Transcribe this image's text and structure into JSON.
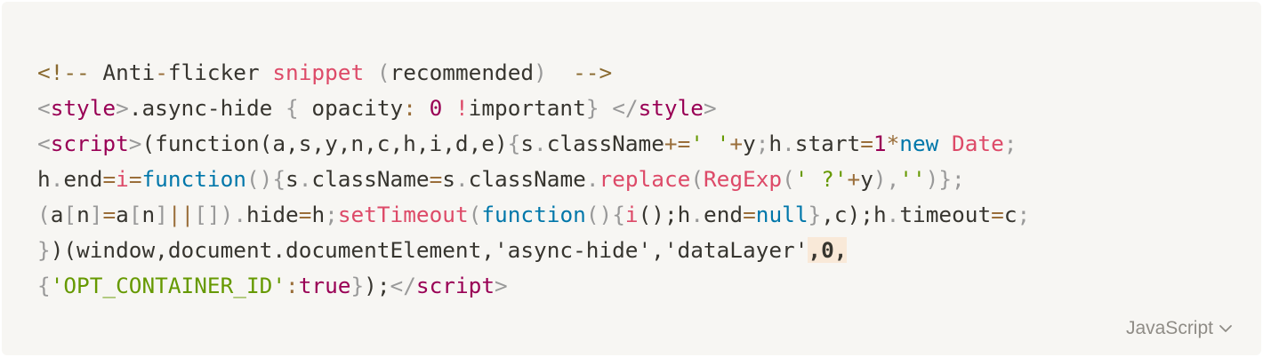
{
  "code_block": {
    "language": "JavaScript",
    "lines": [
      [
        {
          "t": "<!--",
          "c": "comment"
        },
        {
          "t": " Anti",
          "c": "plain"
        },
        {
          "t": "-",
          "c": "op"
        },
        {
          "t": "flicker ",
          "c": "plain"
        },
        {
          "t": "snippet",
          "c": "func"
        },
        {
          "t": " ",
          "c": "plain"
        },
        {
          "t": "(",
          "c": "punct"
        },
        {
          "t": "recommended",
          "c": "plain"
        },
        {
          "t": ")",
          "c": "punct"
        },
        {
          "t": "  ",
          "c": "plain"
        },
        {
          "t": "-->",
          "c": "comment"
        }
      ],
      [
        {
          "t": "<",
          "c": "punct"
        },
        {
          "t": "style",
          "c": "tag"
        },
        {
          "t": ">",
          "c": "punct"
        },
        {
          "t": ".async-hide ",
          "c": "plain"
        },
        {
          "t": "{",
          "c": "punct"
        },
        {
          "t": " opacity",
          "c": "plain"
        },
        {
          "t": ":",
          "c": "op"
        },
        {
          "t": " ",
          "c": "plain"
        },
        {
          "t": "0",
          "c": "number"
        },
        {
          "t": " ",
          "c": "plain"
        },
        {
          "t": "!",
          "c": "func"
        },
        {
          "t": "important",
          "c": "plain"
        },
        {
          "t": "}",
          "c": "punct"
        },
        {
          "t": " ",
          "c": "plain"
        },
        {
          "t": "</",
          "c": "punct"
        },
        {
          "t": "style",
          "c": "tag"
        },
        {
          "t": ">",
          "c": "punct"
        }
      ],
      [
        {
          "t": "<",
          "c": "punct"
        },
        {
          "t": "script",
          "c": "tag"
        },
        {
          "t": ">",
          "c": "punct"
        },
        {
          "t": "(function(a,s,y,n,c,h,i,d,e)",
          "c": "plain"
        },
        {
          "t": "{",
          "c": "punct"
        },
        {
          "t": "s",
          "c": "plain"
        },
        {
          "t": ".",
          "c": "punct"
        },
        {
          "t": "className",
          "c": "plain"
        },
        {
          "t": "+=",
          "c": "op"
        },
        {
          "t": "' '",
          "c": "string"
        },
        {
          "t": "+",
          "c": "op"
        },
        {
          "t": "y",
          "c": "plain"
        },
        {
          "t": ";",
          "c": "punct"
        },
        {
          "t": "h",
          "c": "plain"
        },
        {
          "t": ".",
          "c": "punct"
        },
        {
          "t": "start",
          "c": "plain"
        },
        {
          "t": "=",
          "c": "op"
        },
        {
          "t": "1",
          "c": "number"
        },
        {
          "t": "*",
          "c": "op"
        },
        {
          "t": "new",
          "c": "keyword"
        },
        {
          "t": " ",
          "c": "plain"
        },
        {
          "t": "Date",
          "c": "func"
        },
        {
          "t": ";",
          "c": "punct"
        }
      ],
      [
        {
          "t": "h",
          "c": "plain"
        },
        {
          "t": ".",
          "c": "punct"
        },
        {
          "t": "end",
          "c": "plain"
        },
        {
          "t": "=",
          "c": "op"
        },
        {
          "t": "i",
          "c": "func"
        },
        {
          "t": "=",
          "c": "op"
        },
        {
          "t": "function",
          "c": "keyword"
        },
        {
          "t": "()",
          "c": "punct"
        },
        {
          "t": "{",
          "c": "punct"
        },
        {
          "t": "s",
          "c": "plain"
        },
        {
          "t": ".",
          "c": "punct"
        },
        {
          "t": "className",
          "c": "plain"
        },
        {
          "t": "=",
          "c": "op"
        },
        {
          "t": "s",
          "c": "plain"
        },
        {
          "t": ".",
          "c": "punct"
        },
        {
          "t": "className",
          "c": "plain"
        },
        {
          "t": ".",
          "c": "punct"
        },
        {
          "t": "replace",
          "c": "func"
        },
        {
          "t": "(",
          "c": "punct"
        },
        {
          "t": "RegExp",
          "c": "func"
        },
        {
          "t": "(",
          "c": "punct"
        },
        {
          "t": "' ?'",
          "c": "string"
        },
        {
          "t": "+",
          "c": "op"
        },
        {
          "t": "y",
          "c": "plain"
        },
        {
          "t": ")",
          "c": "punct"
        },
        {
          "t": ",",
          "c": "punct"
        },
        {
          "t": "''",
          "c": "string"
        },
        {
          "t": ")",
          "c": "punct"
        },
        {
          "t": "}",
          "c": "punct"
        },
        {
          "t": ";",
          "c": "punct"
        }
      ],
      [
        {
          "t": "(",
          "c": "punct"
        },
        {
          "t": "a",
          "c": "plain"
        },
        {
          "t": "[",
          "c": "punct"
        },
        {
          "t": "n",
          "c": "plain"
        },
        {
          "t": "]",
          "c": "punct"
        },
        {
          "t": "=",
          "c": "op"
        },
        {
          "t": "a",
          "c": "plain"
        },
        {
          "t": "[",
          "c": "punct"
        },
        {
          "t": "n",
          "c": "plain"
        },
        {
          "t": "]",
          "c": "punct"
        },
        {
          "t": "||",
          "c": "op"
        },
        {
          "t": "[]",
          "c": "punct"
        },
        {
          "t": ")",
          "c": "punct"
        },
        {
          "t": ".",
          "c": "punct"
        },
        {
          "t": "hide",
          "c": "plain"
        },
        {
          "t": "=",
          "c": "op"
        },
        {
          "t": "h",
          "c": "plain"
        },
        {
          "t": ";",
          "c": "punct"
        },
        {
          "t": "setTimeout",
          "c": "func"
        },
        {
          "t": "(",
          "c": "punct"
        },
        {
          "t": "function",
          "c": "keyword"
        },
        {
          "t": "()",
          "c": "punct"
        },
        {
          "t": "{",
          "c": "punct"
        },
        {
          "t": "i",
          "c": "func"
        },
        {
          "t": "();",
          "c": "plain"
        },
        {
          "t": "h",
          "c": "plain"
        },
        {
          "t": ".",
          "c": "punct"
        },
        {
          "t": "end",
          "c": "plain"
        },
        {
          "t": "=",
          "c": "op"
        },
        {
          "t": "null",
          "c": "keyword"
        },
        {
          "t": "}",
          "c": "punct"
        },
        {
          "t": ",c);",
          "c": "plain"
        },
        {
          "t": "h",
          "c": "plain"
        },
        {
          "t": ".",
          "c": "punct"
        },
        {
          "t": "timeout",
          "c": "plain"
        },
        {
          "t": "=",
          "c": "op"
        },
        {
          "t": "c",
          "c": "plain"
        },
        {
          "t": ";",
          "c": "punct"
        }
      ],
      [
        {
          "t": "}",
          "c": "punct"
        },
        {
          "t": ")(window,document.documentElement,'async-hide','dataLayer'",
          "c": "plain"
        },
        {
          "t": ",0,",
          "c": "selected"
        }
      ],
      [
        {
          "t": "{",
          "c": "punct"
        },
        {
          "t": "'OPT_CONTAINER_ID'",
          "c": "string"
        },
        {
          "t": ":",
          "c": "op"
        },
        {
          "t": "true",
          "c": "tag"
        },
        {
          "t": "}",
          "c": "punct"
        },
        {
          "t": ");",
          "c": "plain"
        },
        {
          "t": "</",
          "c": "punct"
        },
        {
          "t": "script",
          "c": "tag"
        },
        {
          "t": ">",
          "c": "punct"
        }
      ]
    ]
  },
  "colors": {
    "background": "#f7f6f3",
    "comment": "#8a6a2f",
    "tag": "#990055",
    "keyword": "#0077aa",
    "string": "#669900",
    "function": "#dd4a68",
    "punctuation": "#999999",
    "selection": "#f9e9d8"
  },
  "icons": {
    "language_dropdown": "chevron-down-icon"
  }
}
